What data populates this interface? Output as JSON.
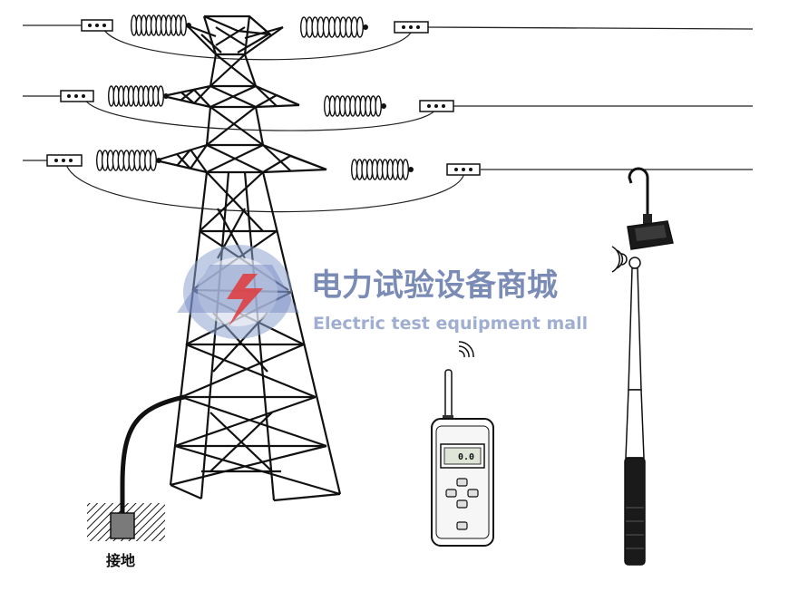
{
  "labels": {
    "ground": "接地"
  },
  "watermark": {
    "cn": "电力试验设备商城",
    "en": "Electric test equipment mall"
  },
  "meter": {
    "display_value": "0.0"
  },
  "colors": {
    "line": "#1a1a1a",
    "watermark_blue": "#5a6fa4",
    "watermark_red": "#e0383a"
  }
}
